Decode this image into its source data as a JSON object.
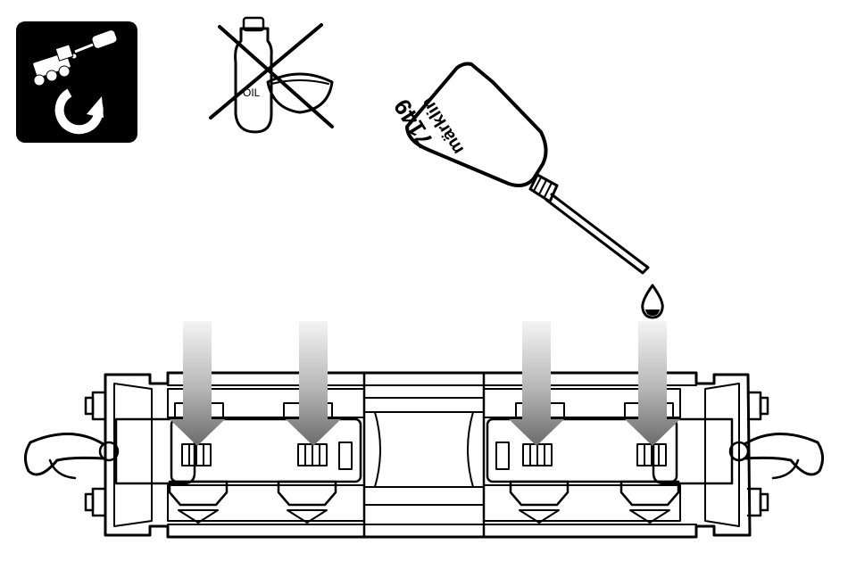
{
  "icons": {
    "maintenance": "maintenance-icon",
    "no_household_oil": "no-household-oil-icon",
    "oil_bottle": "oil-dispenser-icon"
  },
  "labels": {
    "oil_can_text": "OIL",
    "brand": "märklin",
    "part_number": "7149"
  },
  "lubrication_points": 4,
  "colors": {
    "ink": "#000000",
    "paper": "#ffffff",
    "arrow_light": "#f2f2f2",
    "arrow_dark": "#6e6e6e"
  }
}
